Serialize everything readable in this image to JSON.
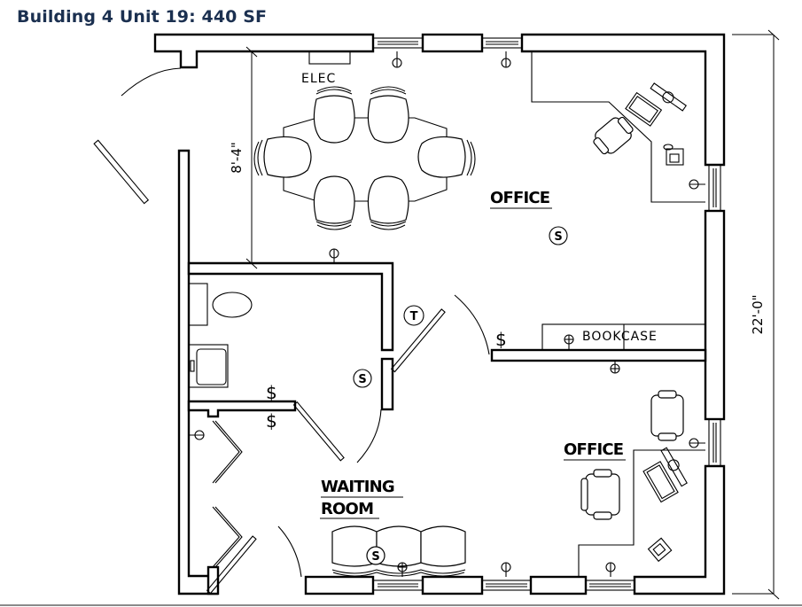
{
  "title": "Building 4 Unit 19: 440 SF",
  "colors": {
    "title": "#1b3050",
    "lines": "#000000",
    "background": "#ffffff",
    "rule": "#8a8a8a"
  },
  "rooms": [
    {
      "name": "OFFICE",
      "id": "office-north"
    },
    {
      "name": "OFFICE",
      "id": "office-southeast"
    },
    {
      "name": "WAITING",
      "line2": "ROOM",
      "id": "waiting-room"
    }
  ],
  "labels": {
    "elec": "ELEC",
    "bookcase": "BOOKCASE"
  },
  "dimensions": {
    "vertical_overall": "22'-0\"",
    "north_room_depth": "8'-4\""
  },
  "symbols": {
    "speaker": "S",
    "thermostat": "T",
    "switch": "$"
  },
  "icons": [
    "outlet-icon",
    "phone-icon",
    "computer-icon",
    "chair-icon",
    "door-icon",
    "window-icon",
    "toilet-icon",
    "sink-icon"
  ]
}
